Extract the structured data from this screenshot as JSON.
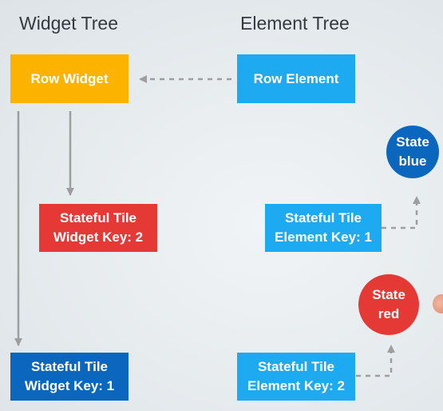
{
  "titles": {
    "widget_tree": "Widget Tree",
    "element_tree": "Element Tree"
  },
  "widgets": {
    "row": {
      "label": "Row Widget",
      "color": "#fbb300"
    },
    "tile_key2": {
      "line1": "Stateful Tile",
      "line2": "Widget Key: 2",
      "color": "#e53935"
    },
    "tile_key1": {
      "line1": "Stateful Tile",
      "line2": "Widget Key: 1",
      "color": "#0a67bd"
    }
  },
  "elements": {
    "row": {
      "label": "Row Element",
      "color": "#1eaaf1"
    },
    "tile_key1": {
      "line1": "Stateful Tile",
      "line2": "Element Key: 1",
      "color": "#1eaaf1"
    },
    "tile_key2": {
      "line1": "Stateful Tile",
      "line2": "Element Key: 2",
      "color": "#1eaaf1"
    }
  },
  "states": {
    "blue": {
      "line1": "State",
      "line2": "blue",
      "color": "#0a67bd"
    },
    "red": {
      "line1": "State",
      "line2": "red",
      "color": "#e53935"
    }
  },
  "connector_color": "#9e9e9e"
}
